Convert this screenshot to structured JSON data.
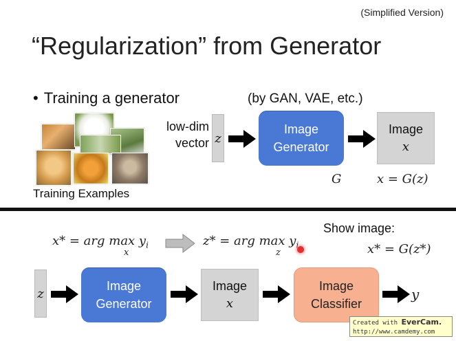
{
  "header": {
    "version_tag": "(Simplified Version)",
    "title": "“Regularization” from Generator"
  },
  "top": {
    "bullet_text": "Training a generator",
    "bullet_symbol": "•",
    "method_note": "(by GAN, VAE, etc.)",
    "examples_label": "Training Examples",
    "input_label_line1": "low-dim",
    "input_label_line2": "vector",
    "z_symbol": "z",
    "generator_line1": "Image",
    "generator_line2": "Generator",
    "generator_caption": "G",
    "output_line1": "Image",
    "output_line2": "x",
    "output_caption": "x = G(z)"
  },
  "bottom": {
    "eq_left_main": "x* = arg max y",
    "eq_left_sub": "i",
    "eq_left_under": "x",
    "eq_right_main": "z* = arg max y",
    "eq_right_sub": "i",
    "eq_right_under": "z",
    "show_image_label": "Show image:",
    "show_image_eq": "x* = G(z*)",
    "z_symbol": "z",
    "generator_line1": "Image",
    "generator_line2": "Generator",
    "image_line1": "Image",
    "image_line2": "x",
    "classifier_line1": "Image",
    "classifier_line2": "Classifier",
    "output_symbol": "y"
  },
  "watermark": {
    "line1_prefix": "Created with ",
    "line1_brand": "EverCam.",
    "line2": "http://www.camdemy.com"
  },
  "colors": {
    "generator_blue": "#4a78d5",
    "classifier_orange": "#f7b190",
    "gray_block": "#d4d4d4",
    "divider": "#111111"
  }
}
